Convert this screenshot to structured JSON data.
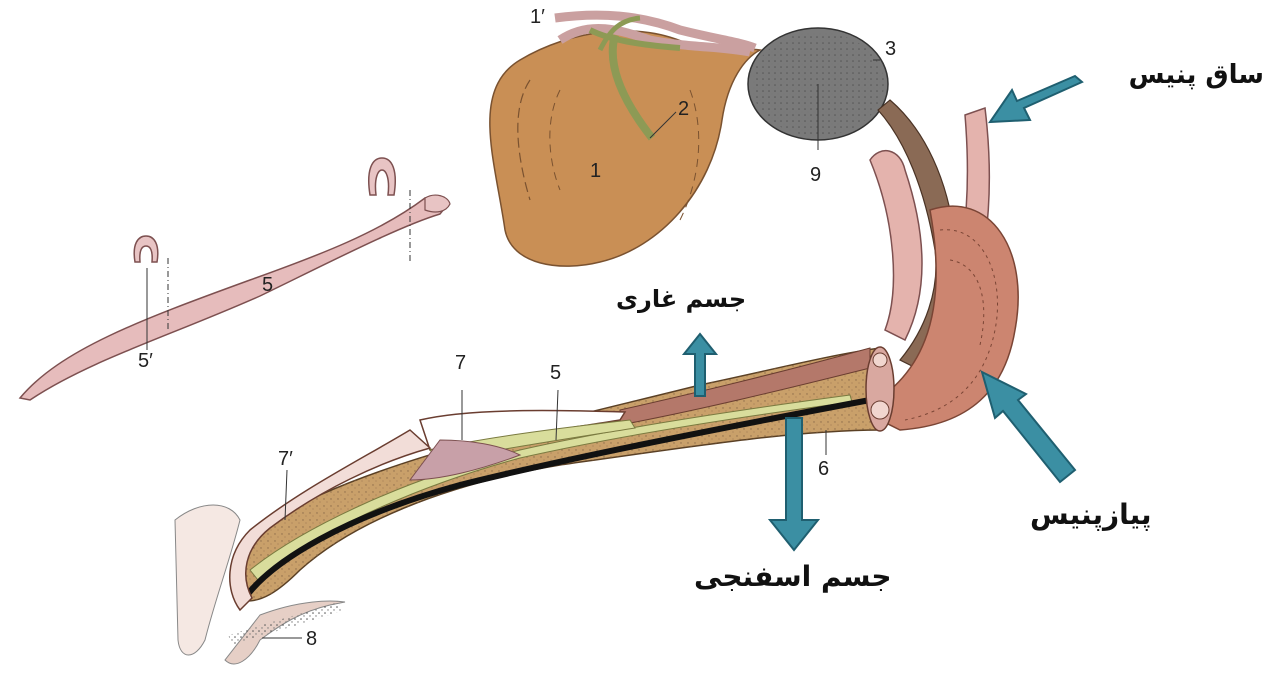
{
  "labels": {
    "n1": "1",
    "n1p": "1′",
    "n2": "2",
    "n3": "3",
    "n5a": "5",
    "n5p": "5′",
    "n5b": "5",
    "n6": "6",
    "n7": "7",
    "n7p": "7′",
    "n8": "8",
    "n9": "9"
  },
  "annotations": {
    "crus": "ساق پنیس",
    "cavernosum": "جسم غاری",
    "spongiosum": "جسم اسفنجی",
    "bulb": "پیازپنیس"
  },
  "colors": {
    "arrow_fill": "#3b8fa3",
    "arrow_stroke": "#1f5f70",
    "bladder": "#c98f55",
    "gland": "#7a7a7a",
    "ureter": "#8d9a55",
    "penis_pink": "#e4b3ad",
    "bulb_muscle": "#cc8570",
    "urethra": "#111111",
    "yellow_layer": "#d9dd9c"
  }
}
